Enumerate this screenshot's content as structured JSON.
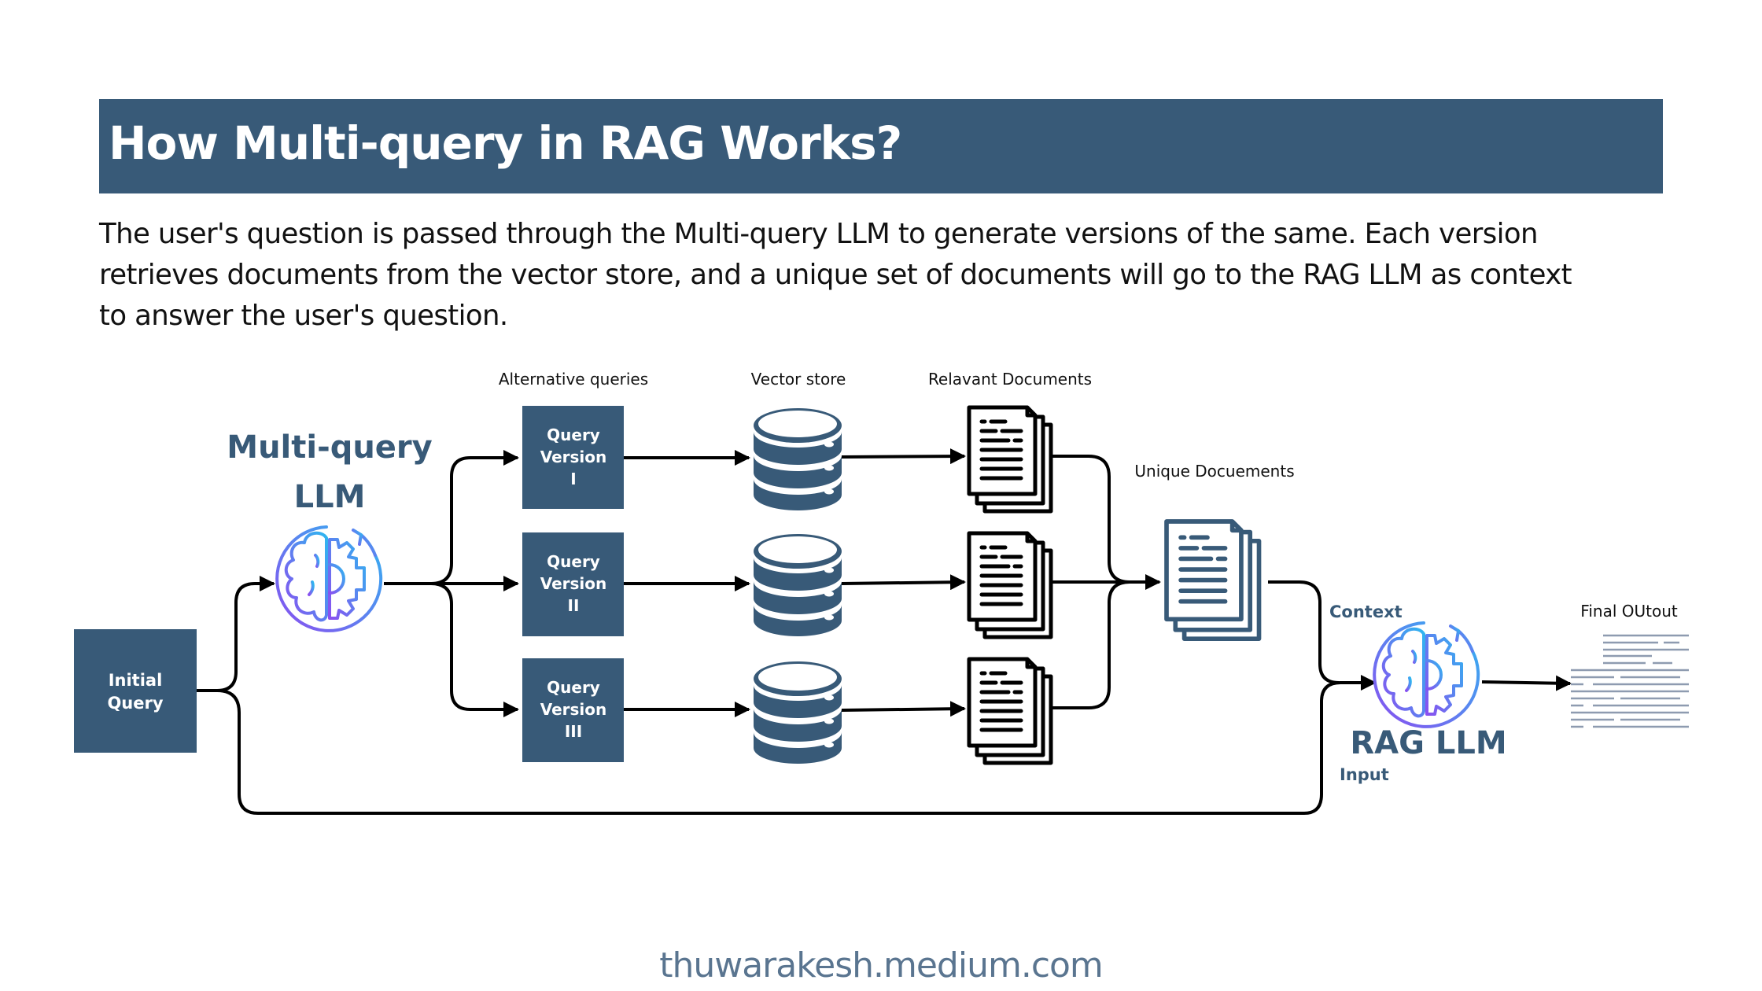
{
  "title": "How Multi-query in RAG Works?",
  "description": [
    "The user's question is passed through the Multi-query LLM to generate versions of the same. Each version",
    "retrieves documents from the vector store, and a unique set of documents will go to the RAG LLM as context",
    "to answer the user's question."
  ],
  "diagram": {
    "initial_query": [
      "Initial",
      "Query"
    ],
    "multi_query_llm": [
      "Multi-query",
      "LLM"
    ],
    "column_headers": {
      "alternative_queries": "Alternative queries",
      "vector_store": "Vector store",
      "relevant_documents": "Relavant Documents",
      "unique_documents": "Unique Docuements",
      "final_output": "Final OUtout"
    },
    "query_versions": [
      [
        "Query",
        "Version",
        "I"
      ],
      [
        "Query",
        "Version",
        "II"
      ],
      [
        "Query",
        "Version",
        "III"
      ]
    ],
    "rag_llm": "RAG LLM",
    "edge_labels": {
      "context": "Context",
      "input": "Input"
    },
    "icons": {
      "llm": "brain-gear-icon",
      "vector_store": "database-icon",
      "documents": "document-stack-icon",
      "final_output": "text-lines-icon"
    },
    "colors": {
      "primary": "#385a78",
      "gradient_start": "#8a4ff0",
      "gradient_end": "#2fb6f0",
      "line": "#000000",
      "output_lines": "#8e9bb0"
    }
  },
  "footer": "thuwarakesh.medium.com"
}
